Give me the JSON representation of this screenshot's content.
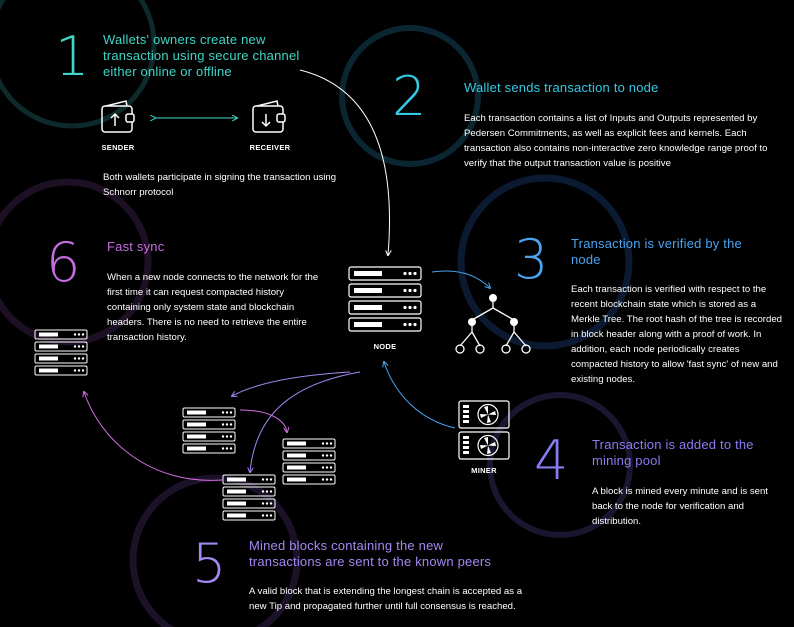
{
  "colors": {
    "background": "#000000",
    "step1": "#3fd6c7",
    "step2": "#35c9e6",
    "step3": "#4aa3f0",
    "step4": "#8a7cf2",
    "step5": "#a487f0",
    "step6": "#c56ce0",
    "text": "#ffffff"
  },
  "steps": {
    "s1": {
      "number": "1",
      "title": "Wallets' owners create new transaction using secure channel either online or offline",
      "description": "Both wallets participate in signing the transaction using Schnorr protocol"
    },
    "s2": {
      "number": "2",
      "title": "Wallet sends transaction to node",
      "description": "Each transaction contains a list of Inputs and Outputs represented by Pedersen Commitments, as well as explicit fees and kernels. Each transaction also contains non-interactive zero knowledge range proof to verify that the output transaction value is positive"
    },
    "s3": {
      "number": "3",
      "title": "Transaction is verified by the node",
      "description": "Each transaction is verified with respect to the recent blockchain state which is stored as a Merkle Tree. The root hash of the tree is recorded in block header along with a proof of work. In addition, each node periodically creates compacted history to allow 'fast sync' of new and existing nodes."
    },
    "s4": {
      "number": "4",
      "title": "Transaction is added to the mining pool",
      "description": "A block is mined every minute and is sent back to the node for verification and distribution."
    },
    "s5": {
      "number": "5",
      "title": "Mined blocks containing the new transactions are sent to the known peers",
      "description": "A valid block that is extending the longest chain is accepted as a new Tip and propagated further until full consensus is reached."
    },
    "s6": {
      "number": "6",
      "title": "Fast sync",
      "description": "When a new node connects to the network for the first time it can request compacted history containing only system state and blockchain headers. There is no need to retrieve the entire transaction history."
    }
  },
  "labels": {
    "sender": "SENDER",
    "receiver": "RECEIVER",
    "node": "NODE",
    "miner": "MINER"
  }
}
